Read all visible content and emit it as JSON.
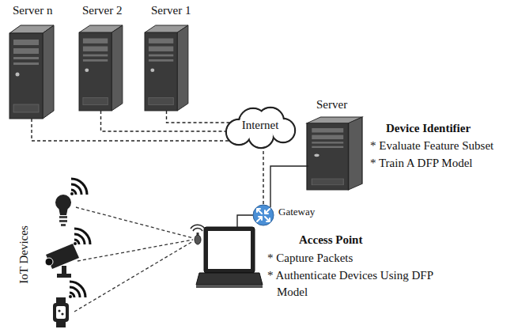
{
  "diagram": {
    "nodes": [
      {
        "text": [
          "Server n"
        ]
      },
      {
        "text": [
          "Server 2"
        ]
      },
      {
        "text": [
          "Server 1"
        ]
      },
      {
        "text": [
          "Internet"
        ]
      },
      {
        "text": [
          "Server",
          "Device Identifier",
          "* Evaluate Feature Subset",
          "* Train A DFP Model"
        ]
      },
      {
        "text": [
          "Gateway"
        ]
      },
      {
        "text": [
          "Access Point",
          "* Capture Packets",
          "* Authenticate Devices Using DFP Model"
        ]
      }
    ],
    "edges": [
      {
        "from": 0,
        "to": 3,
        "arrow": "none"
      },
      {
        "from": 1,
        "to": 3,
        "arrow": "none"
      },
      {
        "from": 2,
        "to": 3,
        "arrow": "none"
      },
      {
        "from": 3,
        "to": 5,
        "arrow": "none"
      },
      {
        "from": 4,
        "to": 5,
        "arrow": "none"
      },
      {
        "from": 5,
        "to": 6,
        "arrow": "none"
      }
    ],
    "labels": [
      "IoT Devices"
    ]
  }
}
